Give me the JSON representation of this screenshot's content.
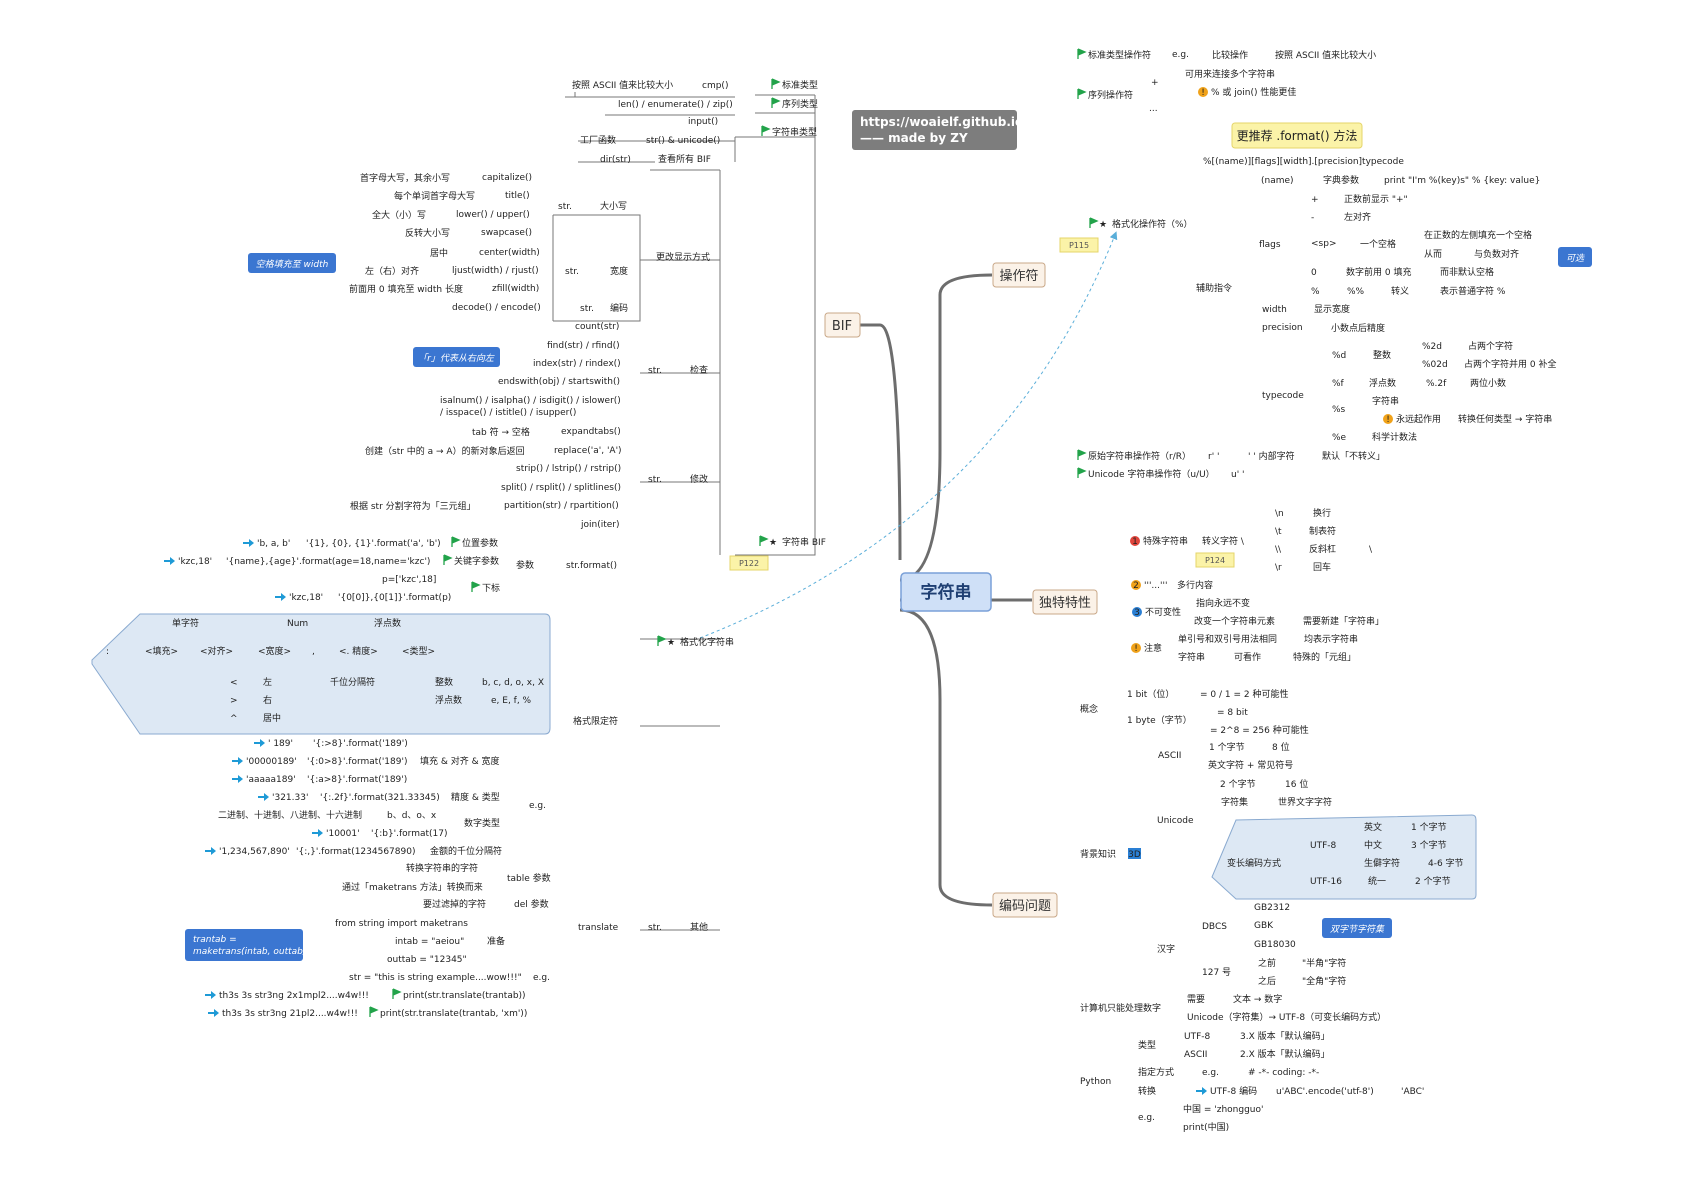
{
  "root": {
    "label": "字符串"
  },
  "banner": {
    "text1": "https://woaielf.github.io/",
    "text2": "—— made by ZY"
  },
  "callout": {
    "text": "更推荐 .format() 方法"
  },
  "majors": [
    {
      "id": "bif",
      "label": "BIF"
    },
    {
      "id": "ops",
      "label": "操作符"
    },
    {
      "id": "feat",
      "label": "独特特性"
    },
    {
      "id": "enc",
      "label": "编码问题"
    }
  ],
  "notes": [
    {
      "id": "n1",
      "label": "空格填充至 width"
    },
    {
      "id": "n2",
      "label": "「r」代表从右向左"
    },
    {
      "id": "n3",
      "label": "trantab =",
      "label2": "maketrans(intab, outtab)"
    },
    {
      "id": "n4",
      "label": "可选"
    },
    {
      "id": "n5",
      "label": "双字节字符集"
    }
  ],
  "pages": [
    {
      "id": "p1",
      "label": "P115"
    },
    {
      "id": "p2",
      "label": "P122"
    },
    {
      "id": "p3",
      "label": "P124"
    }
  ],
  "badges": {
    "b1": "1",
    "b2": "2",
    "b3": "3",
    "b4": "3D"
  },
  "colors": {
    "flag": "#22a34a",
    "star": "#e23b3b",
    "arrow": "#1e9ad6",
    "note": "#3b76d1",
    "root_fill": "#cfe0f7",
    "box_fill": "#dde8f4",
    "callout": "#fbf3a8",
    "banner": "#7d7d7d"
  },
  "labels": {
    "t_std": "标准类型",
    "t_cmp": "cmp()",
    "t_ascii_cmp": "按照 ASCII 值来比较大小",
    "t_seq": "序列类型",
    "t_len": "len() / enumerate() / zip()",
    "t_strtype": "字符串类型",
    "t_input": "input()",
    "t_factory": "工厂函数",
    "t_strunicode": "str() & unicode()",
    "t_dir": "dir(str)",
    "t_viewall": "查看所有 BIF",
    "t_cap": "capitalize()",
    "t_cap_d": "首字母大写，其余小写",
    "t_title": "title()",
    "t_title_d": "每个单词首字母大写",
    "t_lowup": "lower() / upper()",
    "t_lowup_d": "全大（小）写",
    "t_swap": "swapcase()",
    "t_swap_d": "反转大小写",
    "t_str1": "str.",
    "t_case": "大小写",
    "t_center": "center(width)",
    "t_center_d": "居中",
    "t_ljust": "ljust(width) / rjust()",
    "t_ljust_d": "左（右）对齐",
    "t_zfill": "zfill(width)",
    "t_zfill_d": "前面用 0 填充至 width 长度",
    "t_str2": "str.",
    "t_width": "宽度",
    "t_decode": "decode() / encode()",
    "t_str3": "str.",
    "t_encode": "编码",
    "t_changedisp": "更改显示方式",
    "t_count": "count(str)",
    "t_find": "find(str) / rfind()",
    "t_index": "index(str) / rindex()",
    "t_ends": "endswith(obj) / startswith()",
    "t_isal1": "isalnum() / isalpha() / isdigit() / islower()",
    "t_isal2": "/ isspace() / istitle() / isupper()",
    "t_str4": "str.",
    "t_check": "检查",
    "t_expand": "expandtabs()",
    "t_expand_d": "tab 符 → 空格",
    "t_replace": "replace('a', 'A')",
    "t_replace_d": "创建（str 中的 a → A）的新对象后返回",
    "t_strip": "strip() / lstrip() / rstrip()",
    "t_split": "split() / rsplit() / splitlines()",
    "t_partition": "partition(str) / rpartition()",
    "t_partition_d": "根据 str 分割字符为「三元组」",
    "t_join": "join(iter)",
    "t_str5": "str.",
    "t_modify": "修改",
    "t_strbif": "字符串 BIF",
    "t_pos": "位置参数",
    "t_pos_ex": "'{1}, {0}, {1}'.format('a', 'b')",
    "t_pos_res": "'b, a, b'",
    "t_kw": "关键字参数",
    "t_kw_ex": "'{name},{age}'.format(age=18,name='kzc')",
    "t_kw_res": "'kzc,18'",
    "t_sub": "下标",
    "t_sub_p": "p=['kzc',18]",
    "t_sub_ex": "'{0[0]},{0[1]}'.format(p)",
    "t_sub_res": "'kzc,18'",
    "t_param": "参数",
    "t_strformat": "str.format()",
    "t_fmtstr": "格式化字符串",
    "t_f_colon": ":",
    "t_f_fill": "<填充>",
    "t_f_align": "<对齐>",
    "t_f_width": "<宽度>",
    "t_f_comma": ",",
    "t_f_prec": "<. 精度>",
    "t_f_type": "<类型>",
    "t_f_char": "单字符",
    "t_f_num": "Num",
    "t_f_float": "浮点数",
    "t_f_lt": "<",
    "t_f_left": "左",
    "t_f_gt": ">",
    "t_f_right": "右",
    "t_f_caret": "^",
    "t_f_mid": "居中",
    "t_f_thou": "千位分隔符",
    "t_f_int": "整数",
    "t_f_intv": "b, c, d, o, x, X",
    "t_f_flt": "浮点数",
    "t_f_fltv": "e, E, f, %",
    "t_fmtlimit": "格式限定符",
    "t_e1_res": "'      189'",
    "t_e1": "'{:>8}'.format('189')",
    "t_e2_res": "'00000189'",
    "t_e2": "'{:0>8}'.format('189')",
    "t_e3_res": "'aaaaa189'",
    "t_e3": "'{:a>8}'.format('189')",
    "t_e_fill": "填充 & 对齐 & 宽度",
    "t_e4_res": "'321.33'",
    "t_e4": "'{:.2f}'.format(321.33345)",
    "t_e_prec": "精度 & 类型",
    "t_e5_d": "二进制、十进制、八进制、十六进制",
    "t_e5_v": "b、d、o、x",
    "t_e6_res": "'10001'",
    "t_e6": "'{:b}'.format(17)",
    "t_e_numtype": "数字类型",
    "t_e7_res": "'1,234,567,890'",
    "t_e7": "'{:,}'.format(1234567890)",
    "t_e_thou": "金额的千位分隔符",
    "t_eg": "e.g.",
    "t_tbl_d": "转换字符串的字符",
    "t_tbl_d2": "通过「maketrans 方法」转换而来",
    "t_tbl": "table 参数",
    "t_del_d": "要过滤掉的字符",
    "t_del": "del 参数",
    "t_from": "from string import maketrans",
    "t_intab": "intab = \"aeiou\"",
    "t_outtab": "outtab = \"12345\"",
    "t_prep": "准备",
    "t_strex": "str = \"this is string example....wow!!!\"",
    "t_eg2": "e.g.",
    "t_pr1_res": "th3s 3s str3ng 2x1mpl2....w4w!!!",
    "t_pr1": "print(str.translate(trantab))",
    "t_pr2_res": "th3s 3s str3ng 21pl2....w4w!!!",
    "t_pr2": "print(str.translate(trantab, 'xm'))",
    "t_translate": "translate",
    "t_str6": "str.",
    "t_other": "其他",
    "t_stdop": "标准类型操作符",
    "t_eg3": "e.g.",
    "t_cmpop": "比较操作",
    "t_cmpop_d": "按照 ASCII 值来比较大小",
    "t_seqop": "序列操作符",
    "t_plus": "+",
    "t_plus_d": "可用来连接多个字符串",
    "t_dots": "...",
    "t_join_d": "% 或 join() 性能更佳",
    "t_fmtop": "格式化操作符（%）",
    "t_fmtspec": "%[(name)][flags][width].[precision]typecode",
    "t_name": "(name)",
    "t_dictp": "字典参数",
    "t_dictp_ex": "print \"I'm %(key)s\" % {key: value}",
    "t_flags": "flags",
    "t_fplus": "+",
    "t_fplus_d": "正数前显示 \"+\"",
    "t_fminus": "-",
    "t_fminus_d": "左对齐",
    "t_fsp": "<sp>",
    "t_fsp_d": "一个空格",
    "t_fsp_d1": "在正数的左侧填充一个空格",
    "t_fsp_d2": "从而",
    "t_fsp_d3": "与负数对齐",
    "t_f0": "0",
    "t_f0_d": "数字前用 0 填充",
    "t_f0_d2": "而非默认空格",
    "t_fpct": "%",
    "t_fpct2": "%%",
    "t_fpct_d": "转义",
    "t_fpct_d2": "表示普通字符 %",
    "t_aux": "辅助指令",
    "t_widthk": "width",
    "t_width_d": "显示宽度",
    "t_precision": "precision",
    "t_prec_d": "小数点后精度",
    "t_typecode": "typecode",
    "t_tc_d": "%d",
    "t_tc_int": "整数",
    "t_tc_2d": "%2d",
    "t_tc_2d_d": "占两个字符",
    "t_tc_02d": "%02d",
    "t_tc_02d_d": "占两个字符并用 0 补全",
    "t_tc_f": "%f",
    "t_tc_flt": "浮点数",
    "t_tc_2f": "%.2f",
    "t_tc_2f_d": "两位小数",
    "t_tc_s": "%s",
    "t_tc_str": "字符串",
    "t_tc_forever": "永远起作用",
    "t_tc_conv": "转换任何类型 → 字符串",
    "t_tc_e": "%e",
    "t_tc_sci": "科学计数法",
    "t_raw": "原始字符串操作符（r/R）",
    "t_raw_v": "r' '",
    "t_raw_v2": "' ' 内部字符",
    "t_raw_d": "默认「不转义」",
    "t_uni": "Unicode 字符串操作符（u/U）",
    "t_uni_v": "u' '",
    "t_special": "特殊字符串",
    "t_escape": "转义字符 \\",
    "t_esc_n": "\\n",
    "t_esc_n_d": "换行",
    "t_esc_t": "\\t",
    "t_esc_t_d": "制表符",
    "t_esc_bs": "\\\\",
    "t_esc_bs_d": "反斜杠",
    "t_esc_bs_v": "\\",
    "t_esc_r": "\\r",
    "t_esc_r_d": "回车",
    "t_multi": "'''...'''",
    "t_multi_d": "多行内容",
    "t_immut": "不可变性",
    "t_immut_d1": "指向永远不变",
    "t_immut_d2": "改变一个字符串元素",
    "t_immut_d3": "需要新建「字符串」",
    "t_note": "注意",
    "t_note_d1": "单引号和双引号用法相同",
    "t_note_d2": "均表示字符串",
    "t_note_d3": "字符串",
    "t_note_d4": "可看作",
    "t_note_d5": "特殊的「元组」",
    "t_concept": "概念",
    "t_bit": "1 bit（位）",
    "t_bit_d": "= 0 / 1 = 2 种可能性",
    "t_byte": "1 byte（字节）",
    "t_byte_d1": "= 8 bit",
    "t_byte_d2": "= 2^8 = 256 种可能性",
    "t_bg": "背景知识",
    "t_ascii": "ASCII",
    "t_ascii_d1": "1 个字节",
    "t_ascii_d2": "8 位",
    "t_ascii_d3": "英文字符 + 常见符号",
    "t_unicode": "Unicode",
    "t_uc_d1": "2 个字节",
    "t_uc_d2": "16 位",
    "t_uc_cs": "字符集",
    "t_uc_cs_d": "世界文字字符",
    "t_varlen": "变长编码方式",
    "t_utf8": "UTF-8",
    "t_eng": "英文",
    "t_eng_d": "1 个字节",
    "t_chn": "中文",
    "t_chn_d": "3 个字节",
    "t_rare": "生僻字符",
    "t_rare_d": "4-6 字节",
    "t_utf16": "UTF-16",
    "t_uni16": "统一",
    "t_uni16_d": "2 个字节",
    "t_hanzi": "汉字",
    "t_dbcs": "DBCS",
    "t_gb2312": "GB2312",
    "t_gbk": "GBK",
    "t_gb18030": "GB18030",
    "t_127": "127 号",
    "t_before": "之前",
    "t_half": "\"半角\"字符",
    "t_after": "之后",
    "t_full": "\"全角\"字符",
    "t_comp": "计算机只能处理数字",
    "t_need": "需要",
    "t_text2num": "文本 → 数字",
    "t_uniflow": "Unicode（字符集）→ UTF-8（可变长编码方式）",
    "t_python": "Python",
    "t_type": "类型",
    "t_py_utf8": "UTF-8",
    "t_py_utf8_d": "3.X 版本「默认编码」",
    "t_py_ascii": "ASCII",
    "t_py_ascii_d": "2.X 版本「默认编码」",
    "t_specify": "指定方式",
    "t_eg4": "e.g.",
    "t_coding": "# -*- coding: -*-",
    "t_convert": "转换",
    "t_conv_utf8": "UTF-8 编码",
    "t_conv_ex": "u'ABC'.encode('utf-8')",
    "t_conv_res": "'ABC'",
    "t_eg5": "e.g.",
    "t_zhongguo": "中国 = 'zhongguo'",
    "t_printzg": "print(中国)"
  }
}
